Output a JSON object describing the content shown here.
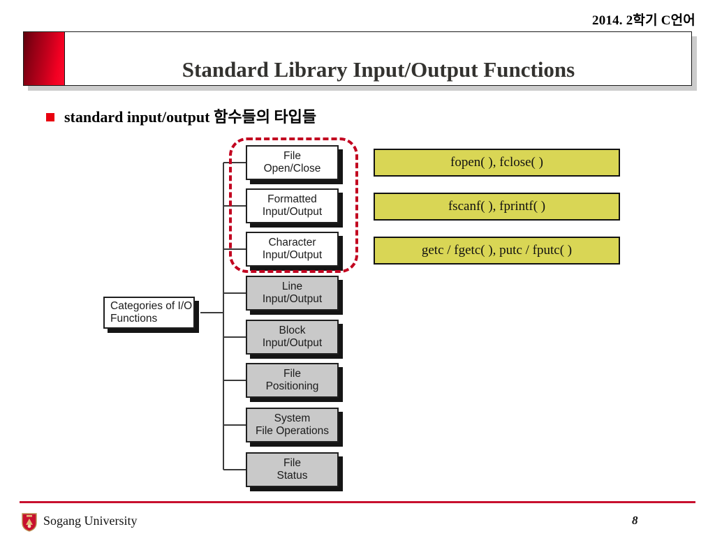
{
  "header": {
    "course_label": "2014. 2학기 C언어"
  },
  "title": {
    "text": "Standard Library Input/Output Functions",
    "accent_color": "#e8000f"
  },
  "bullet": {
    "text": "standard input/output 함수들의 타입들",
    "marker_color": "#e8000f"
  },
  "diagram": {
    "root": {
      "line1": "Categories of",
      "line2": "I/O Functions"
    },
    "highlight_color": "#c2001f",
    "nodes": [
      {
        "line1": "File",
        "line2": "Open/Close",
        "fill": "white",
        "highlighted": "true"
      },
      {
        "line1": "Formatted",
        "line2": "Input/Output",
        "fill": "white",
        "highlighted": "true"
      },
      {
        "line1": "Character",
        "line2": "Input/Output",
        "fill": "white",
        "highlighted": "true"
      },
      {
        "line1": "Line",
        "line2": "Input/Output",
        "fill": "gray",
        "highlighted": "false"
      },
      {
        "line1": "Block",
        "line2": "Input/Output",
        "fill": "gray",
        "highlighted": "false"
      },
      {
        "line1": "File",
        "line2": "Positioning",
        "fill": "gray",
        "highlighted": "false"
      },
      {
        "line1": "System",
        "line2": "File Operations",
        "fill": "gray",
        "highlighted": "false"
      },
      {
        "line1": "File",
        "line2": "Status",
        "fill": "gray",
        "highlighted": "false"
      }
    ]
  },
  "callouts": [
    {
      "text": "fopen( ), fclose( )",
      "color": "#d9d655"
    },
    {
      "text": "fscanf( ), fprintf( )",
      "color": "#d9d655"
    },
    {
      "text": "getc / fgetc( ), putc / fputc( )",
      "color": "#d9d655"
    }
  ],
  "footer": {
    "university": "Sogang University",
    "page_number": "8",
    "rule_color": "#c8102e"
  }
}
